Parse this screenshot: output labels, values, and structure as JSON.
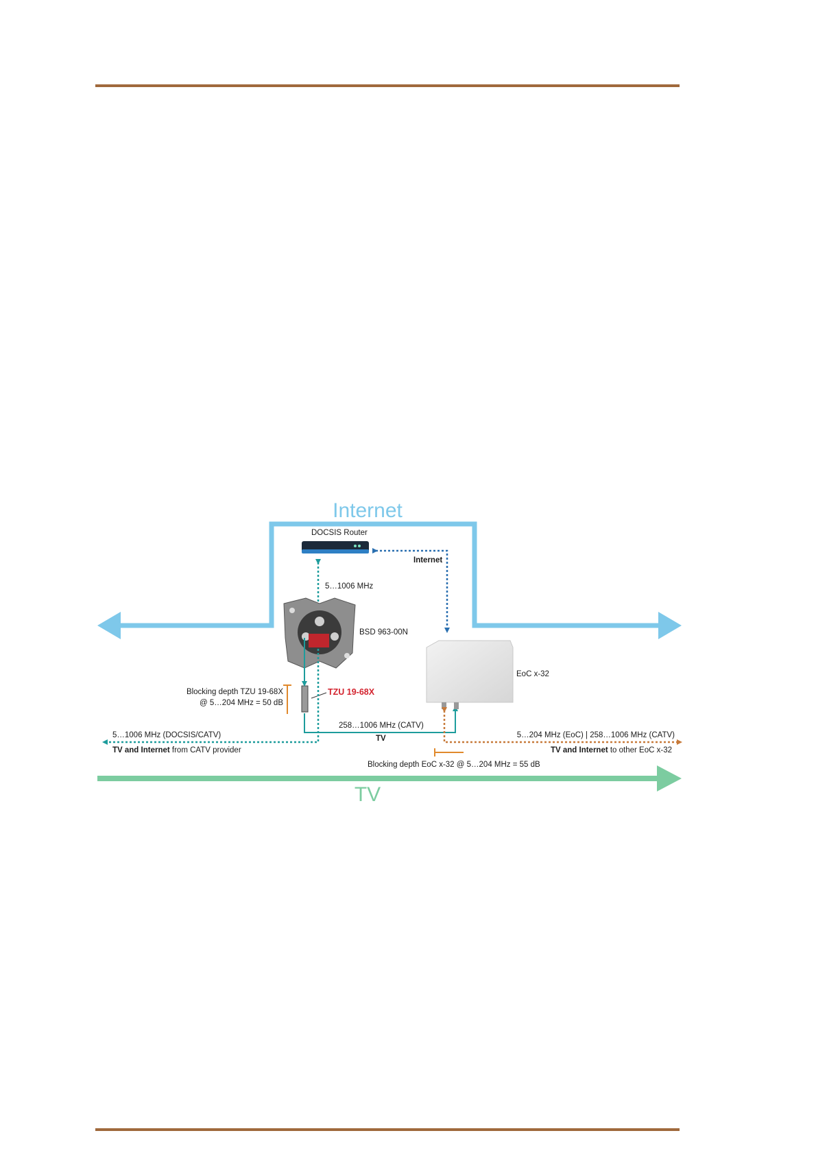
{
  "colors": {
    "rule": "#a0693c",
    "internet": "#7ec8ea",
    "tv": "#7ccca0",
    "teal": "#1d9c9c",
    "blue_dotted": "#2a6fb0",
    "orange": "#c77a3a",
    "red_label": "#d3242f"
  },
  "labels": {
    "internet_big": "Internet",
    "tv_big": "TV",
    "router": "DOCSIS Router",
    "internet_link": "Internet",
    "router_band": "5…1006 MHz",
    "socket": "BSD 963-00N",
    "eoc": "EoC x-32",
    "tzu": "TZU 19-68X",
    "tzu_block_1": "Blocking depth TZU 19-68X",
    "tzu_block_2": "@ 5…204 MHz = 50 dB",
    "catv_band": "258…1006 MHz (CATV)",
    "tv_small": "TV",
    "left_band": "5…1006 MHz (DOCSIS/CATV)",
    "left_desc_bold": "TV and Internet",
    "left_desc_rest": " from CATV provider",
    "right_band": "5…204 MHz (EoC) | 258…1006 MHz (CATV)",
    "right_desc_bold": "TV and Internet",
    "right_desc_rest": " to other EoC x-32",
    "eoc_block": "Blocking depth EoC x-32 @ 5…204 MHz = 55 dB"
  },
  "icons": [
    "router-icon",
    "wall-socket-icon",
    "eoc-modem-icon",
    "tzu-filter-icon"
  ]
}
